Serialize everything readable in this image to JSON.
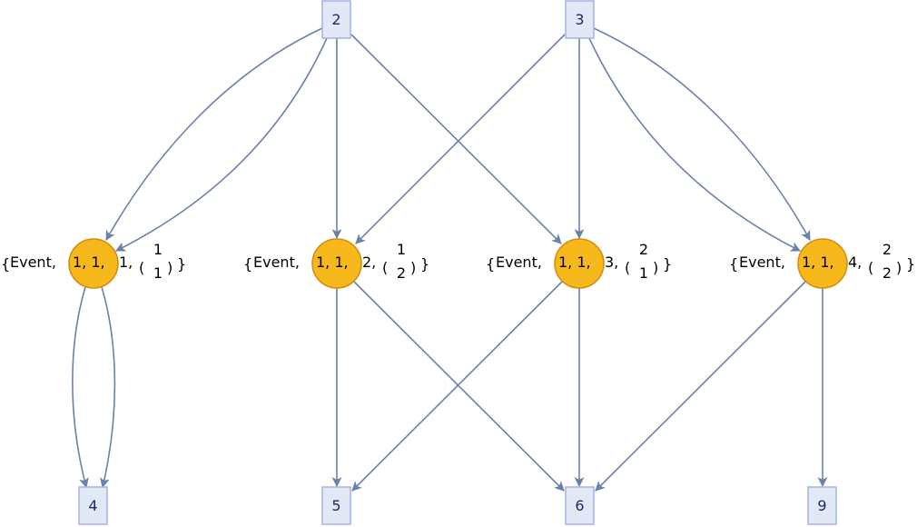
{
  "graph": {
    "title": "Causal / event graph",
    "colors": {
      "edge": "#6a82a8",
      "event_fill": "#f7b81c",
      "event_stroke": "#d08c10",
      "state_fill": "#e3e8f7",
      "state_stroke": "#a4b2df",
      "state_text": "#1b2a6b"
    },
    "states": [
      {
        "id": "s2",
        "label": "2"
      },
      {
        "id": "s3",
        "label": "3"
      },
      {
        "id": "s4",
        "label": "4"
      },
      {
        "id": "s5",
        "label": "5"
      },
      {
        "id": "s6",
        "label": "6"
      },
      {
        "id": "s9",
        "label": "9"
      }
    ],
    "events": [
      {
        "id": "e1",
        "prefix": "Event,",
        "inner": "1, 1,",
        "suffix": "1,",
        "matrix": [
          "1",
          "1"
        ]
      },
      {
        "id": "e2",
        "prefix": "Event,",
        "inner": "1, 1,",
        "suffix": "2,",
        "matrix": [
          "1",
          "2"
        ]
      },
      {
        "id": "e3",
        "prefix": "Event,",
        "inner": "1, 1,",
        "suffix": "3,",
        "matrix": [
          "2",
          "1"
        ]
      },
      {
        "id": "e4",
        "prefix": "Event,",
        "inner": "1, 1,",
        "suffix": "4,",
        "matrix": [
          "2",
          "2"
        ]
      }
    ],
    "edges": [
      {
        "from": "s2",
        "to": "e1"
      },
      {
        "from": "s2",
        "to": "e1"
      },
      {
        "from": "s2",
        "to": "e2"
      },
      {
        "from": "s2",
        "to": "e3"
      },
      {
        "from": "s3",
        "to": "e2"
      },
      {
        "from": "s3",
        "to": "e3"
      },
      {
        "from": "s3",
        "to": "e4"
      },
      {
        "from": "s3",
        "to": "e4"
      },
      {
        "from": "e1",
        "to": "s4"
      },
      {
        "from": "e1",
        "to": "s4"
      },
      {
        "from": "e2",
        "to": "s5"
      },
      {
        "from": "e2",
        "to": "s6"
      },
      {
        "from": "e3",
        "to": "s5"
      },
      {
        "from": "e3",
        "to": "s6"
      },
      {
        "from": "e4",
        "to": "s6"
      },
      {
        "from": "e4",
        "to": "s9"
      }
    ]
  }
}
